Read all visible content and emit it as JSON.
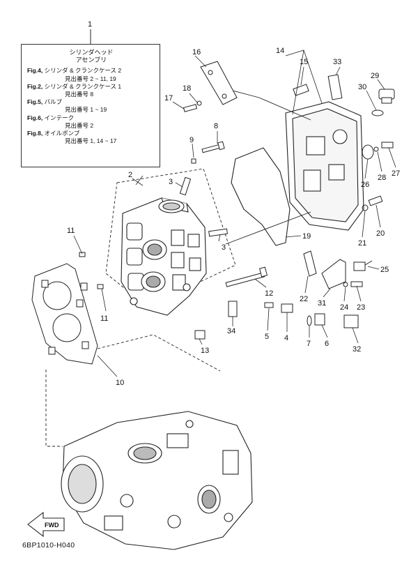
{
  "legend": {
    "title_line1": "シリンダヘッド",
    "title_line2": "アセンブリ",
    "rows": [
      {
        "fig": "Fig.4,",
        "name": "シリンダ & クランクケース 2",
        "sub": "見出番号 2 ~ 11, 19"
      },
      {
        "fig": "Fig.2,",
        "name": "シリンダ & クランクケース 1",
        "sub": "見出番号 8"
      },
      {
        "fig": "Fig.5,",
        "name": "バルブ",
        "sub": "見出番号 1 ~ 19"
      },
      {
        "fig": "Fig.6,",
        "name": "インテーク",
        "sub": "見出番号 2"
      },
      {
        "fig": "Fig.8,",
        "name": "オイルポンプ",
        "sub": "見出番号 1, 14 ~ 17"
      }
    ]
  },
  "callouts": [
    "1",
    "2",
    "3",
    "3",
    "4",
    "5",
    "6",
    "7",
    "8",
    "9",
    "10",
    "11",
    "11",
    "12",
    "13",
    "14",
    "15",
    "16",
    "17",
    "18",
    "19",
    "20",
    "21",
    "22",
    "23",
    "24",
    "25",
    "26",
    "27",
    "28",
    "29",
    "30",
    "31",
    "32",
    "33",
    "34"
  ],
  "fwd_label": "FWD",
  "drawing_code": "6BP1010-H040",
  "colors": {
    "line": "#222222",
    "fill": "#ffffff",
    "shade": "#bdbdbd"
  }
}
